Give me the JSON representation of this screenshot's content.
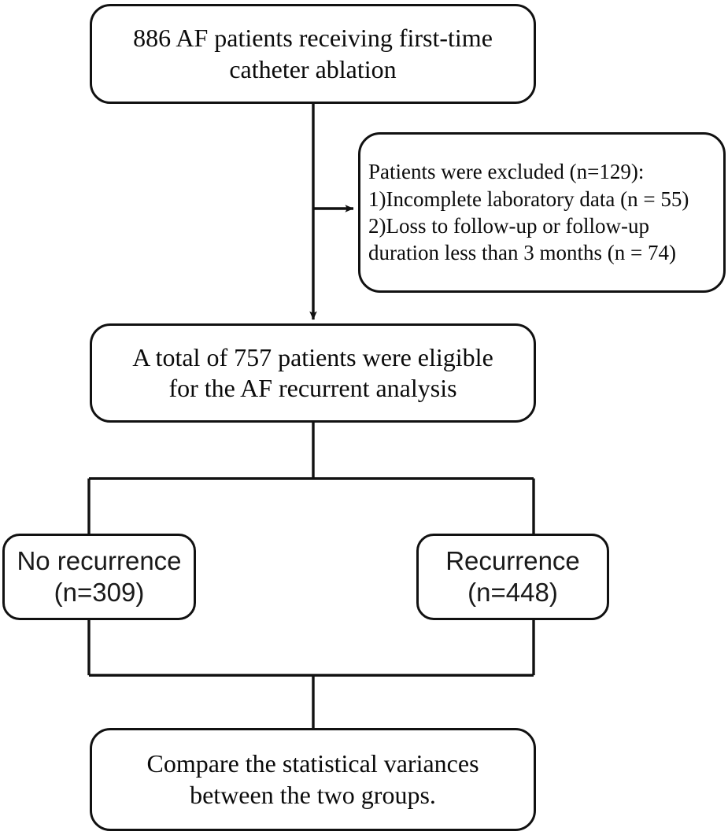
{
  "diagram": {
    "type": "flowchart",
    "title": "AF catheter ablation study flow",
    "orientation": "top-to-bottom",
    "stroke_color": "#111111",
    "background_color": "#ffffff",
    "text_color": "#0b0b0b"
  },
  "nodes": {
    "enrollment": {
      "id": "enrollment",
      "shape": "rounded-rectangle",
      "text": "886 AF patients receiving first-time\ncatheter ablation",
      "count": 886,
      "align": "center",
      "font": "serif"
    },
    "exclusion": {
      "id": "exclusion",
      "shape": "rounded-rectangle",
      "text": "Patients were excluded (n=129):\n1)Incomplete laboratory data (n = 55)\n2)Loss to follow-up or follow-up\nduration less than 3 months (n = 74)",
      "count": 129,
      "reasons": [
        {
          "label": "Incomplete laboratory data",
          "n": 55
        },
        {
          "label": "Loss to follow-up or follow-up duration less than 3 months",
          "n": 74
        }
      ],
      "align": "left",
      "font": "serif"
    },
    "eligible": {
      "id": "eligible",
      "shape": "rounded-rectangle",
      "text": "A total of 757 patients were eligible\nfor the AF recurrent analysis",
      "count": 757,
      "align": "center",
      "font": "serif"
    },
    "no_recurrence": {
      "id": "no-recurrence",
      "shape": "rounded-rectangle",
      "text": "No recurrence\n(n=309)",
      "count": 309,
      "align": "center",
      "font": "sans-serif"
    },
    "recurrence": {
      "id": "recurrence",
      "shape": "rounded-rectangle",
      "text": "Recurrence\n(n=448)",
      "count": 448,
      "align": "center",
      "font": "sans-serif"
    },
    "compare": {
      "id": "compare",
      "shape": "rounded-rectangle",
      "text": "Compare the statistical variances\nbetween the two groups.",
      "align": "center",
      "font": "serif"
    }
  },
  "connectors": [
    {
      "id": "enrollment-to-exclusion",
      "from": "enrollment",
      "to": "exclusion",
      "arrowhead": true,
      "style": "elbow-right"
    },
    {
      "id": "enrollment-to-eligible",
      "from": "enrollment",
      "to": "eligible",
      "arrowhead": true,
      "style": "straight-down"
    },
    {
      "id": "eligible-to-branches",
      "from": "eligible",
      "to": "no_recurrence,recurrence",
      "arrowhead": false,
      "style": "split-bracket"
    },
    {
      "id": "branches-to-compare",
      "from": "no_recurrence,recurrence",
      "to": "compare",
      "arrowhead": false,
      "style": "merge-bracket"
    }
  ]
}
